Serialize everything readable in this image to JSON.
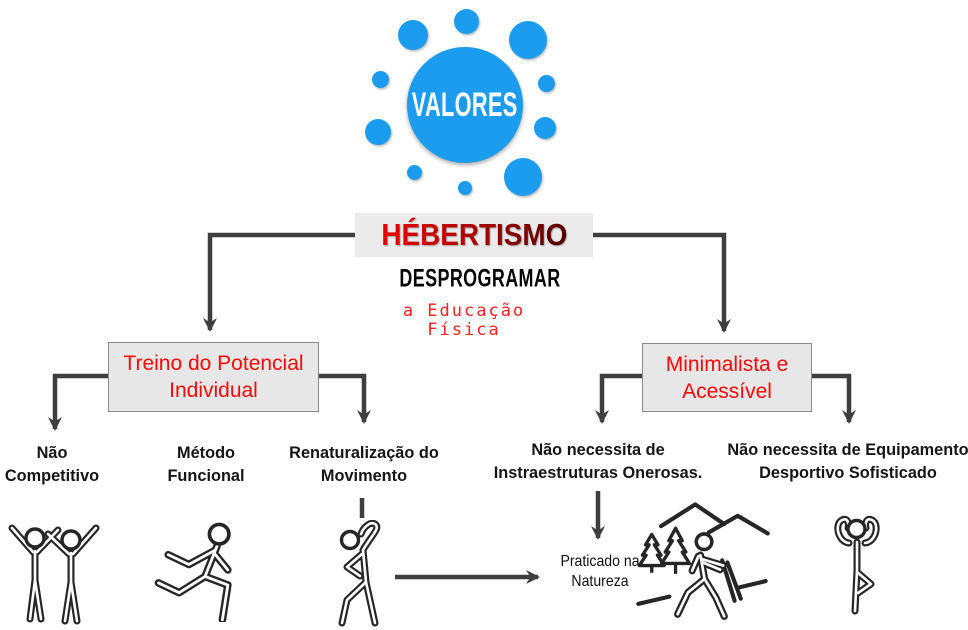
{
  "colors": {
    "accent_blue": "#1b9cee",
    "title_red_light": "#d70000",
    "title_red_dark": "#5a0000",
    "box_bg": "#e8e7e7",
    "box_border": "#8a8a8a",
    "branch_text_red": "#fb0707",
    "connector_gray": "#3e3e3e",
    "icon_dark": "#262626",
    "mono_red": "#ff1f1f"
  },
  "valores": {
    "label": "VALORES"
  },
  "hebertismo": {
    "title": "HÉBERTISMO",
    "subtitle": "DESPROGRAMAR",
    "subtext_line1": "a Educação",
    "subtext_line2": "Física"
  },
  "branches": {
    "treino": {
      "line1": "Treino do Potencial",
      "line2": "Individual"
    },
    "minimalista": {
      "line1": "Minimalista e",
      "line2": "Acessível"
    }
  },
  "leaves": {
    "nao_competitivo": {
      "line1": "Não",
      "line2": "Competitivo"
    },
    "metodo_funcional": {
      "line1": "Método",
      "line2": "Funcional"
    },
    "renaturalizacao": {
      "line1": "Renaturalização do",
      "line2": "Movimento"
    },
    "infraestruturas": {
      "line1": "Não necessita de",
      "line2": "Instraestruturas Onerosas."
    },
    "equipamento": {
      "line1": "Não necessita de Equipamento",
      "line2": "Desportivo Sofisticado"
    }
  },
  "nature_note": {
    "line1": "Praticado na",
    "line2": "Natureza"
  },
  "icons": [
    "people-celebrating-icon",
    "runner-icon",
    "stretching-icon",
    "hiking-in-nature-icon",
    "yoga-tree-pose-icon"
  ]
}
